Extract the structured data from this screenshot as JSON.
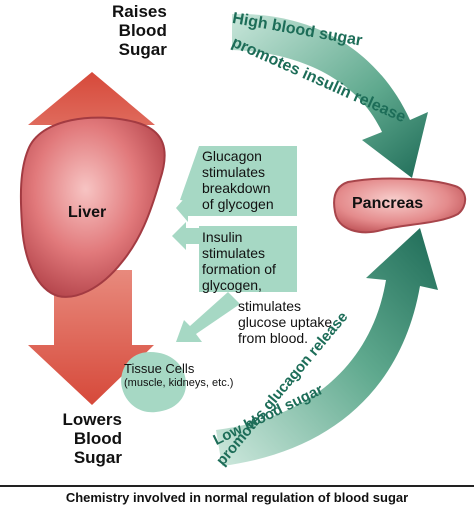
{
  "top_label": [
    "Raises",
    "Blood",
    "Sugar"
  ],
  "bottom_label": [
    "Lowers",
    "Blood",
    "Sugar"
  ],
  "liver_label": "Liver",
  "pancreas_label": "Pancreas",
  "high_sugar_text": [
    "High blood sugar",
    "promotes insulin release"
  ],
  "low_sugar_text": [
    "Low blood sugar",
    "promotes glucagon release"
  ],
  "glucagon_box": [
    "Glucagon",
    "stimulates",
    "breakdown",
    "of glycogen"
  ],
  "insulin_box": [
    "Insulin",
    "stimulates",
    "formation of",
    "glycogen,"
  ],
  "uptake_text": [
    "stimulates",
    "glucose uptake",
    "from blood."
  ],
  "tissue_cells": [
    "Tissue Cells",
    "(muscle, kidneys, etc.)"
  ],
  "caption": "Chemistry involved in normal regulation of blood sugar",
  "colors": {
    "liver": "#d86a6e",
    "liver_dark": "#b54048",
    "pancreas": "#e08a8c",
    "red_arrow": "#d84c3c",
    "green_arrow_light": "#9fd0bd",
    "green_arrow_dark": "#1f6e5a",
    "green_box": "#a6d8c4",
    "green_text": "#1d6d58",
    "text": "#111111"
  }
}
